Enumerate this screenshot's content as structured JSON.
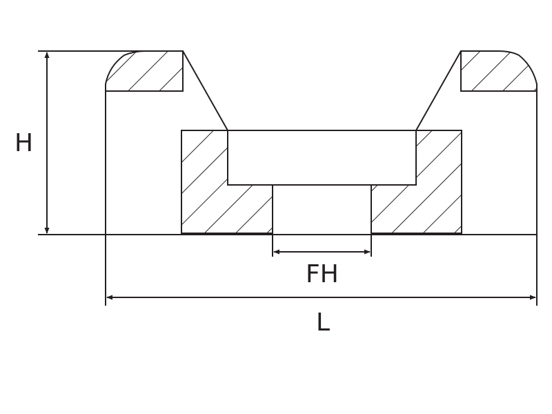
{
  "labels": {
    "height": "H",
    "bore": "FH",
    "length": "L"
  },
  "colors": {
    "stroke": "#231f20",
    "background": "#ffffff"
  }
}
